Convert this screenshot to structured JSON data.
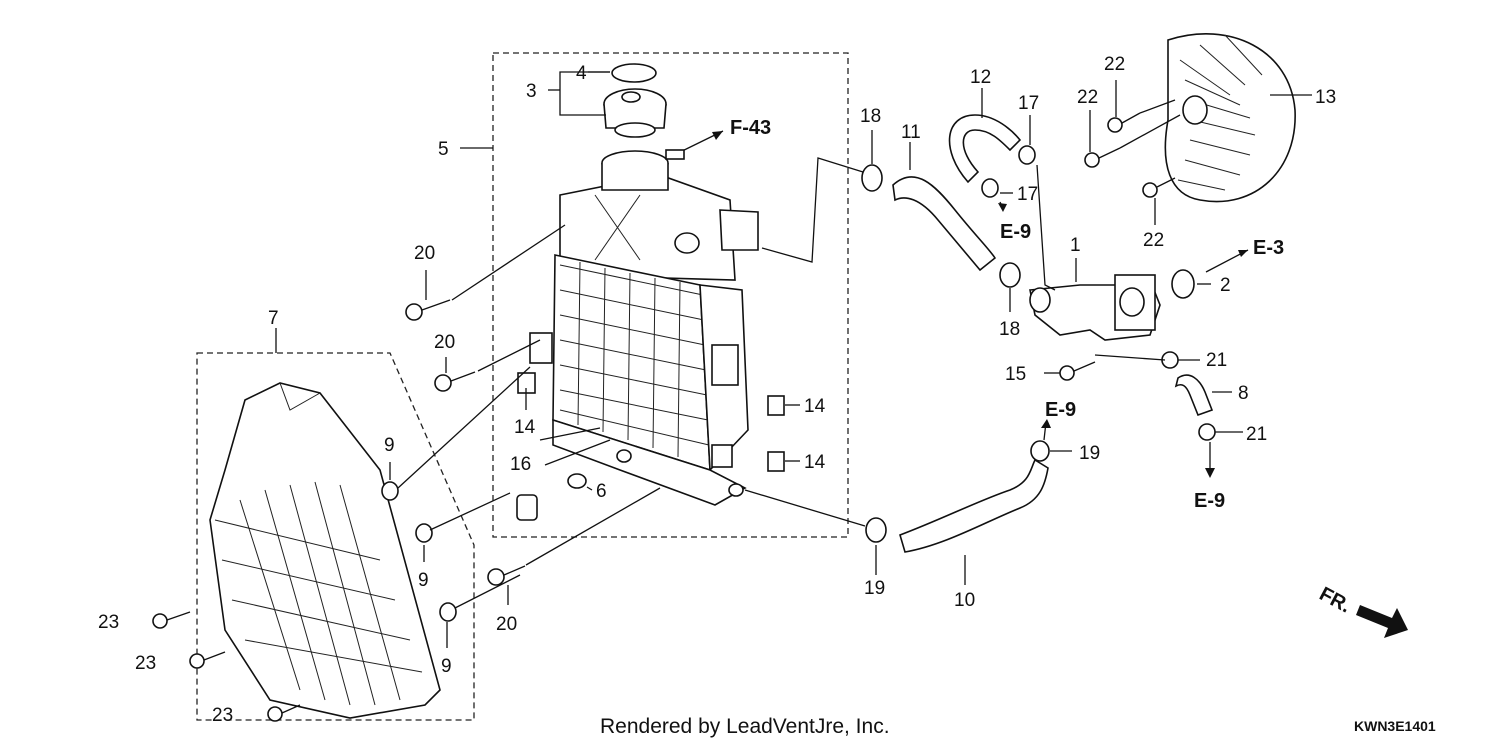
{
  "diagram": {
    "callouts": {
      "c1": "1",
      "c2": "2",
      "c3": "3",
      "c4": "4",
      "c5": "5",
      "c6": "6",
      "c7": "7",
      "c8": "8",
      "c9": "9",
      "c10": "10",
      "c11": "11",
      "c12": "12",
      "c13": "13",
      "c14": "14",
      "c15": "15",
      "c16": "16",
      "c17": "17",
      "c18": "18",
      "c19": "19",
      "c20": "20",
      "c21": "21",
      "c22": "22",
      "c23": "23"
    },
    "refs": {
      "f43": "F-43",
      "e9": "E-9",
      "e3": "E-3"
    },
    "direction_label": "FR.",
    "footer": "Rendered by LeadVentJre, Inc.",
    "diagram_code": "KWN3E1401"
  }
}
